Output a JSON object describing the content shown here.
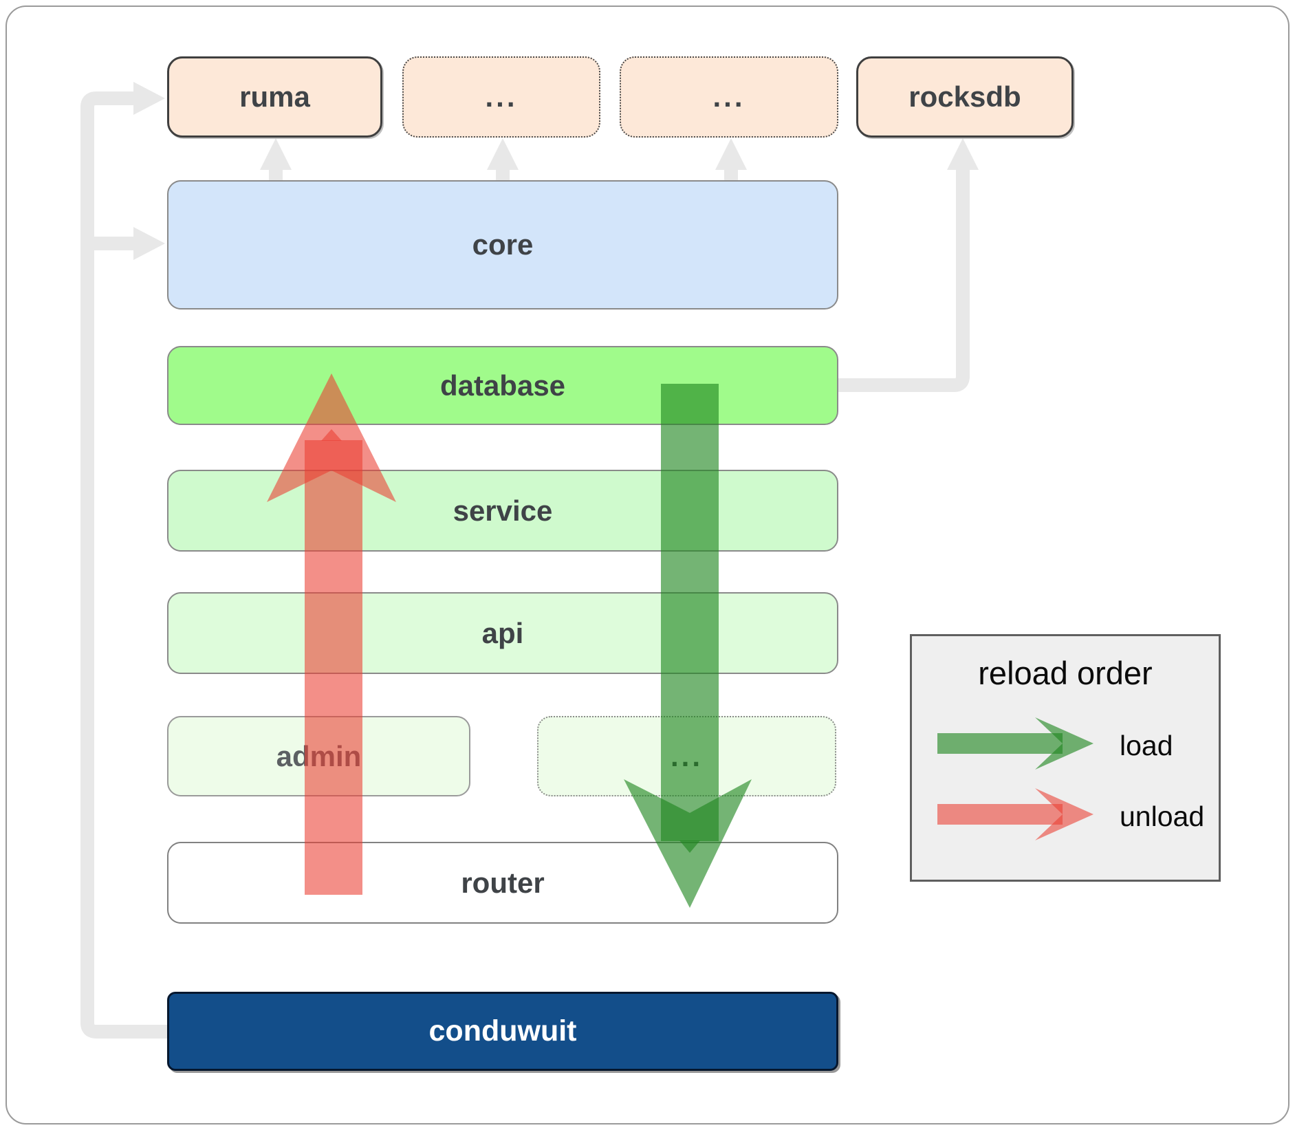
{
  "boxes": {
    "ruma": {
      "label": "ruma"
    },
    "dep_more_1": {
      "label": "..."
    },
    "dep_more_2": {
      "label": "..."
    },
    "rocksdb": {
      "label": "rocksdb"
    },
    "core": {
      "label": "core"
    },
    "database": {
      "label": "database"
    },
    "service": {
      "label": "service"
    },
    "api": {
      "label": "api"
    },
    "admin": {
      "label": "admin"
    },
    "admin_more": {
      "label": "..."
    },
    "router": {
      "label": "router"
    },
    "conduwuit": {
      "label": "conduwuit"
    }
  },
  "legend": {
    "title": "reload order",
    "items": [
      {
        "label": "load",
        "direction": "down",
        "color": "rgba(30,134,30,0.62)"
      },
      {
        "label": "unload",
        "direction": "up",
        "color": "rgba(235,62,50,0.58)"
      }
    ]
  },
  "colors": {
    "load_green": "rgba(30,134,30,0.62)",
    "unload_red": "rgba(235,62,50,0.58)",
    "connector_gray": "#e8e8e8",
    "dependency_fill": "#fde8d8",
    "core_fill": "#d3e5fa",
    "database_fill": "#a0fb8b",
    "service_fill": "#cffacd",
    "api_fill": "#defcdb",
    "admin_fill": "#eefce9",
    "router_fill": "#ffffff",
    "conduwuit_fill": "#134e8a",
    "legend_fill": "#efefef"
  }
}
